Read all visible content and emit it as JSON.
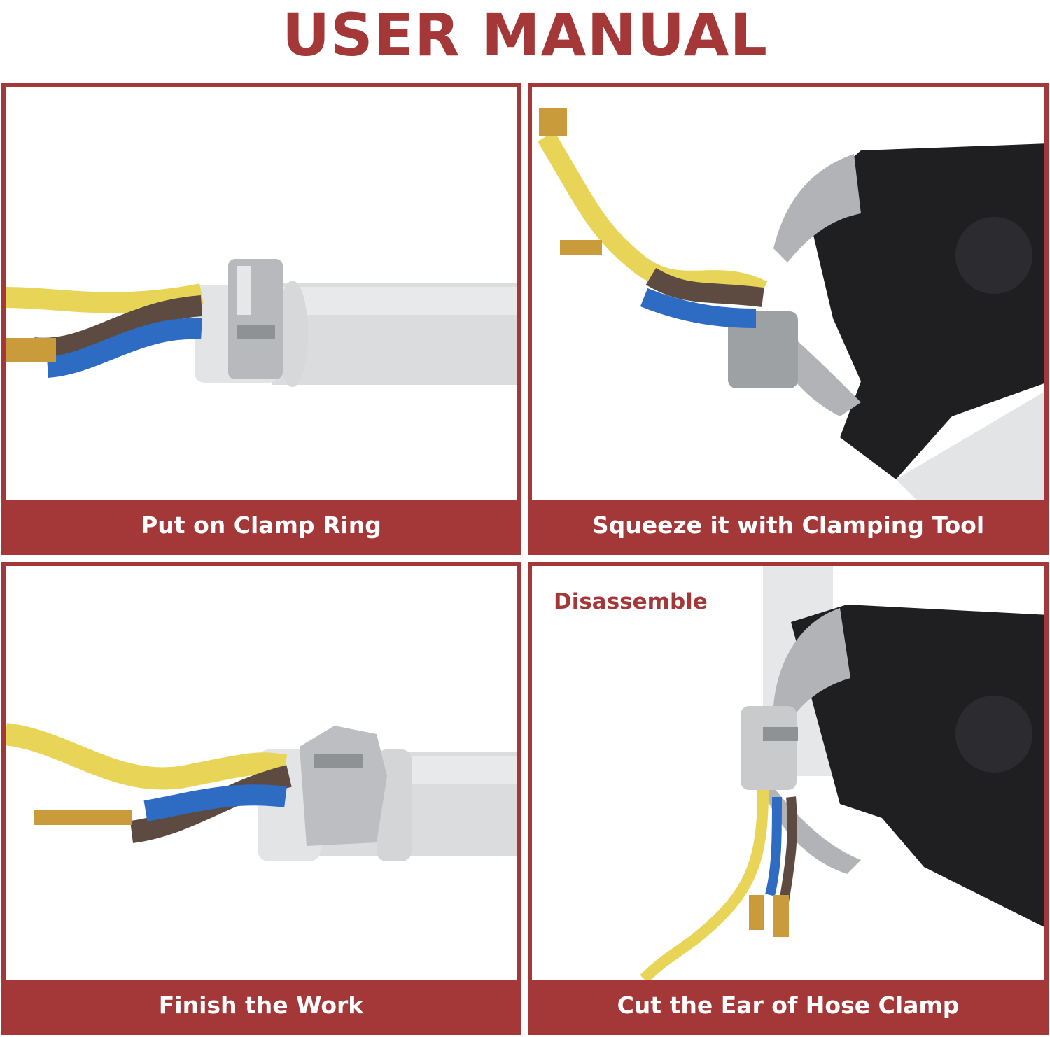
{
  "title": "USER MANUAL",
  "steps": [
    {
      "caption": "Put on Clamp Ring"
    },
    {
      "caption": "Squeeze it with Clamping Tool"
    },
    {
      "caption": "Finish the Work"
    },
    {
      "caption": "Cut the Ear of Hose Clamp",
      "note": "Disassemble"
    }
  ],
  "colors": {
    "accent": "#a43838",
    "background": "#ffffff",
    "caption_text": "#ffffff"
  }
}
